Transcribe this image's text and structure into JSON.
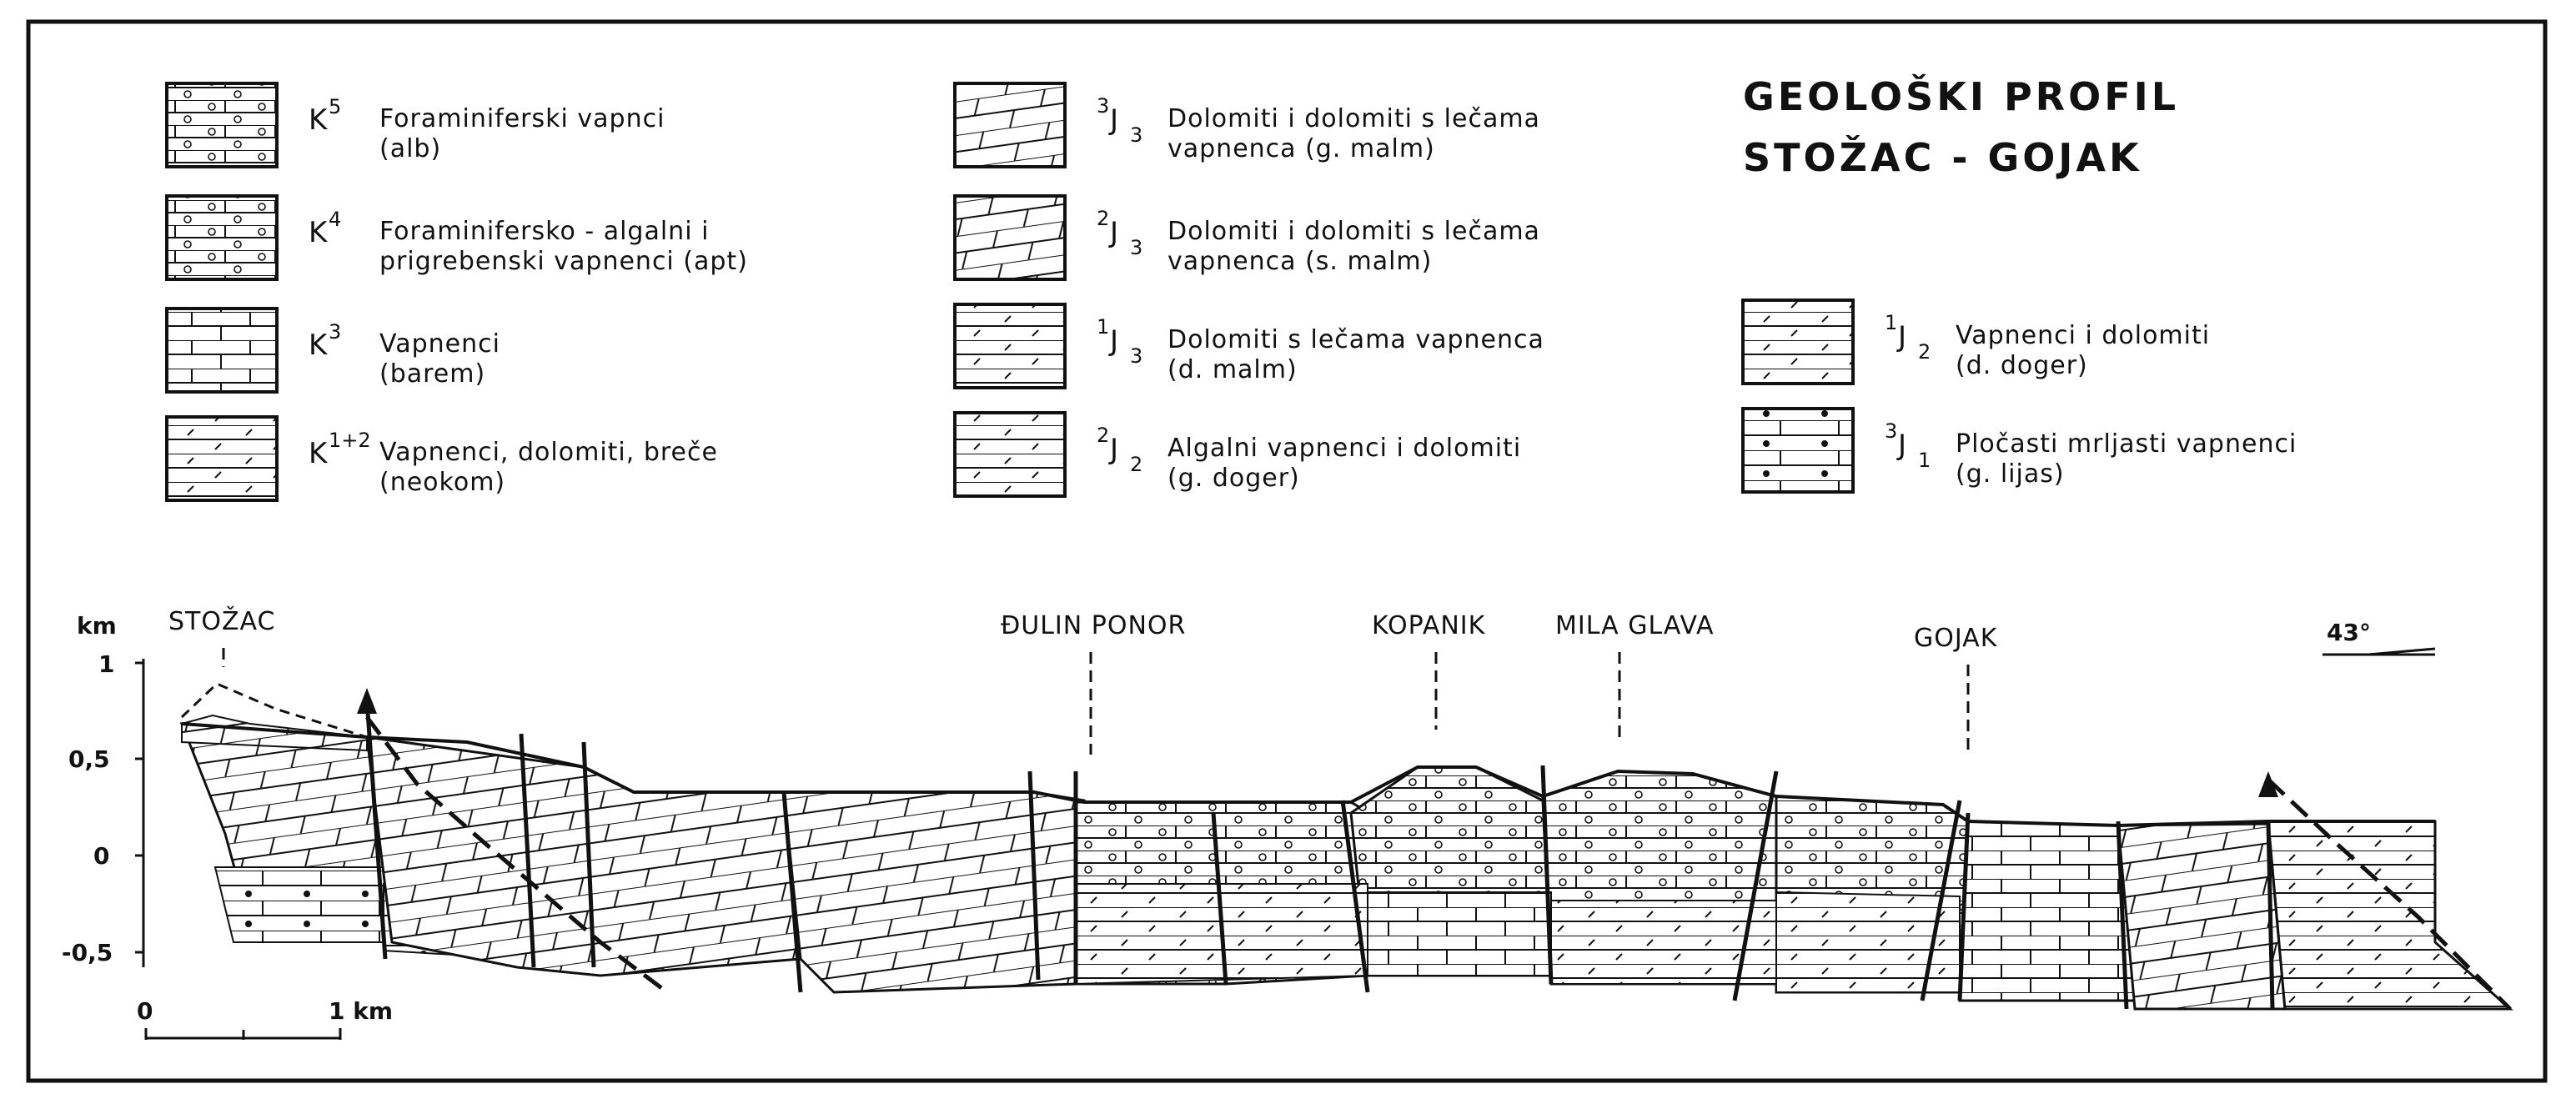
{
  "title": {
    "line1": "GEOLOŠKI   PROFIL",
    "line2": "STOŽAC - GOJAK"
  },
  "legend": [
    {
      "id": "k5",
      "sup": "K",
      "supnum": "5",
      "pre": "",
      "text1": "Foraminiferski  vapnci",
      "text2": "(alb)",
      "pattern": "fossil"
    },
    {
      "id": "k4",
      "sup": "K",
      "supnum": "4",
      "pre": "",
      "text1": "Foraminifersko - algalni  i",
      "text2": "prigrebenski  vapnenci  (apt)",
      "pattern": "fossil"
    },
    {
      "id": "k3",
      "sup": "K",
      "supnum": "3",
      "pre": "",
      "text1": "Vapnenci",
      "text2": "(barem)",
      "pattern": "brick"
    },
    {
      "id": "k12",
      "sup": "K",
      "supnum": "1+2",
      "pre": "",
      "text1": "Vapnenci,  dolomiti,  breče",
      "text2": "(neokom)",
      "pattern": "slash"
    },
    {
      "id": "j33",
      "sup": "J",
      "supnum": "3",
      "pre": "3",
      "text1": "Dolomiti  i  dolomiti  s  lečama",
      "text2": "vapnenca  (g. malm)",
      "pattern": "dolomite"
    },
    {
      "id": "j32",
      "sup": "J",
      "supnum": "3",
      "pre": "2",
      "text1": "Dolomiti  i  dolomiti  s  lečama",
      "text2": "vapnenca  (s. malm)",
      "pattern": "dolomite2"
    },
    {
      "id": "j31",
      "sup": "J",
      "supnum": "3",
      "pre": "1",
      "text1": "Dolomiti  s  lečama  vapnenca",
      "text2": "(d. malm)",
      "pattern": "tick"
    },
    {
      "id": "j22",
      "sup": "J",
      "supnum": "2",
      "pre": "2",
      "text1": "Algalni  vapnenci  i  dolomiti",
      "text2": "(g. doger)",
      "pattern": "cross"
    },
    {
      "id": "j21",
      "sup": "J",
      "supnum": "2",
      "pre": "1",
      "text1": "Vapnenci   i   dolomiti",
      "text2": "(d. doger)",
      "pattern": "slash"
    },
    {
      "id": "j13",
      "sup": "J",
      "supnum": "1",
      "pre": "3",
      "text1": "Pločasti   mrljasti  vapnenci",
      "text2": "(g. lijas)",
      "pattern": "dot"
    }
  ],
  "places": [
    "STOŽAC",
    "ĐULIN  PONOR",
    "KOPANIK",
    "MILA  GLAVA",
    "GOJAK"
  ],
  "axis": {
    "unit": "km",
    "ticks": [
      "1",
      "0,5",
      "0",
      "-0,5"
    ]
  },
  "scale": {
    "start": "0",
    "end": "1 km"
  },
  "dip": "43°"
}
